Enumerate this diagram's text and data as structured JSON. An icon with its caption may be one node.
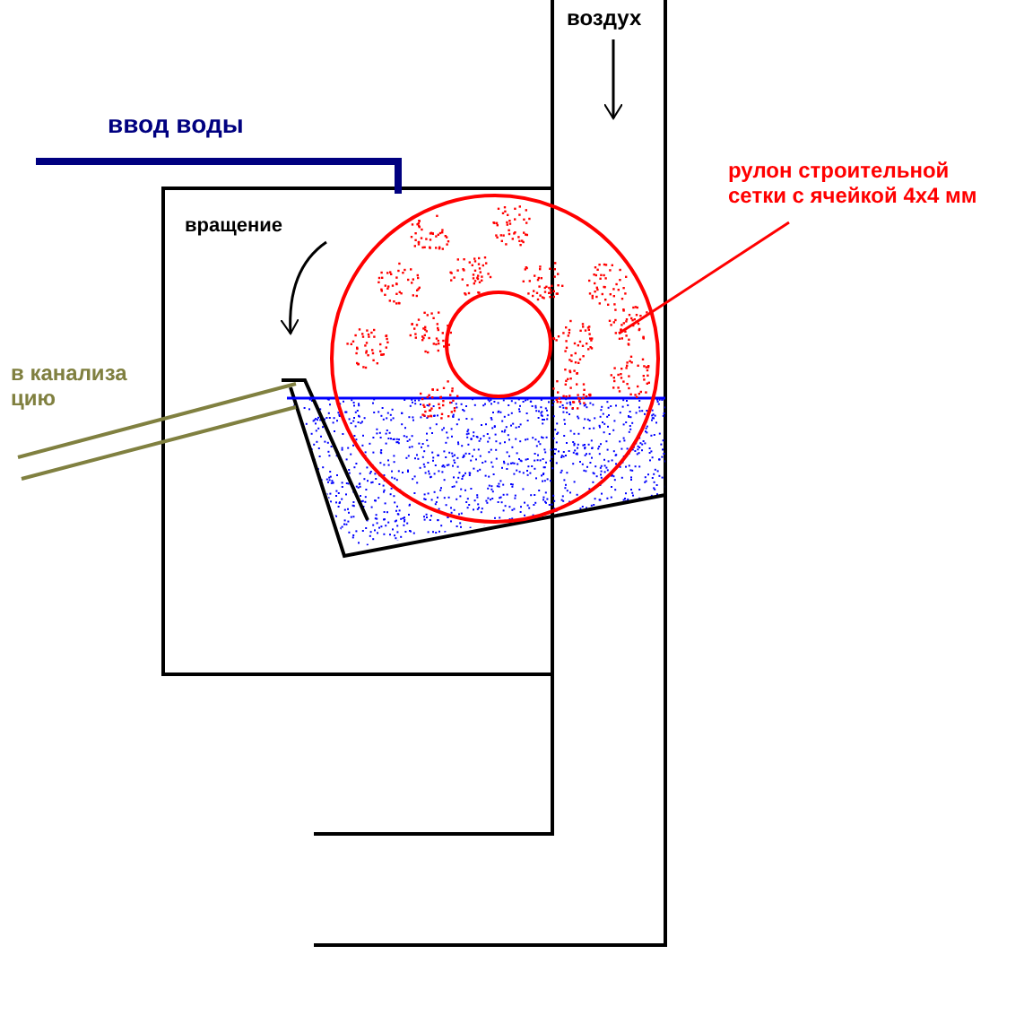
{
  "diagram": {
    "nodes": [
      {
        "text": [
          "рулон строительной сетки с ячейкой 4x4 мм"
        ]
      },
      {
        "text": [],
        "shape": "circle"
      }
    ],
    "edges": [
      {
        "from": 0,
        "to": 1,
        "arrow": "none",
        "color": "#ff0000"
      }
    ],
    "labels": [
      "воздух",
      "ввод воды",
      "вращение",
      "в канализа цию"
    ]
  }
}
